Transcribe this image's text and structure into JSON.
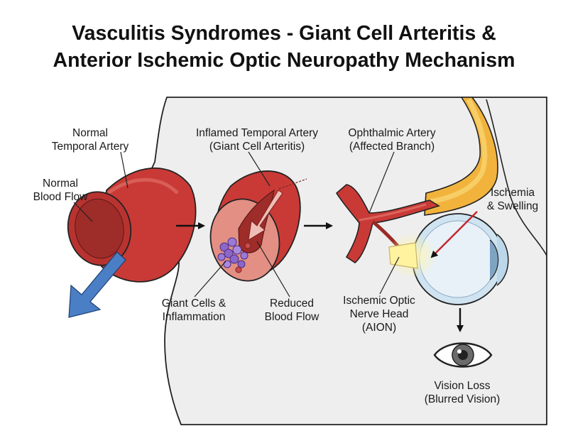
{
  "title": {
    "line1": "Vasculitis Syndromes - Giant Cell Arteritis &",
    "line2": "Anterior Ischemic Optic Neuropathy Mechanism"
  },
  "labels": {
    "normal_artery": [
      "Normal",
      "Temporal Artery"
    ],
    "normal_flow": [
      "Normal",
      "Blood Flow"
    ],
    "inflamed_artery": [
      "Inflamed Temporal Artery",
      "(Giant Cell Arteritis)"
    ],
    "ophthalmic_artery": [
      "Ophthalmic Artery",
      "(Affected Branch)"
    ],
    "ischemia": [
      "Ischemia",
      "& Swelling"
    ],
    "giant_cells": [
      "Giant Cells &",
      "Inflammation"
    ],
    "reduced_flow": [
      "Reduced",
      "Blood Flow"
    ],
    "optic_nerve": [
      "Ischemic Optic",
      "Nerve Head",
      "(AION)"
    ],
    "vision_loss": [
      "Vision Loss",
      "(Blurred Vision)"
    ]
  },
  "colors": {
    "artery_red": "#c93a36",
    "artery_dark": "#9a2a26",
    "lumen": "#b83330",
    "inflamed_wall": "#e38f84",
    "giant_cell": "#8a67c9",
    "flow_arrow": "#4a7fc6",
    "yellow_glow": "#fff3a0",
    "eye_blue": "#cfe3f1",
    "background_shape": "#eeeeee"
  }
}
